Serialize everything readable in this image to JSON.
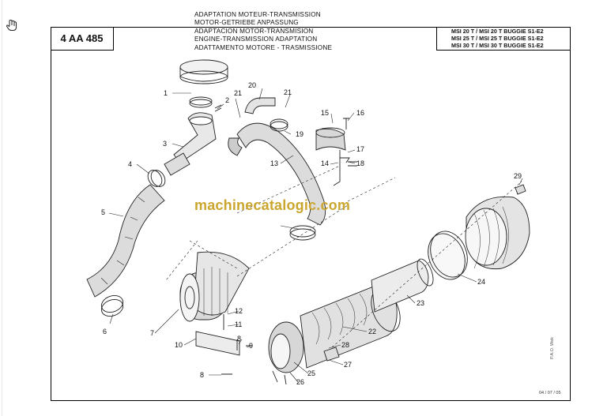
{
  "header": {
    "reference": "4 AA 485",
    "titles": [
      "ADAPTATION MOTEUR-TRANSMISSION",
      "MOTOR-GETRIEBE ANPASSUNG",
      "ADAPTACION MOTOR-TRANSMISION",
      "ENGINE-TRANSMISSION ADAPTATION",
      "ADATTAMENTO MOTORE - TRASMISSIONE"
    ],
    "models": [
      "MSI 20 T / MSI 20 T BUGGIE S1-E2",
      "MSI 25 T / MSI 25 T BUGGIE S1-E2",
      "MSI 30 T / MSI 30 T BUGGIE S1-E2"
    ]
  },
  "watermark": "machinecatalogic.com",
  "callouts": [
    "1",
    "2",
    "3",
    "4",
    "5",
    "6",
    "7",
    "8",
    "8",
    "9",
    "10",
    "11",
    "12",
    "13",
    "14",
    "15",
    "16",
    "17",
    "18",
    "19",
    "20",
    "21",
    "21",
    "22",
    "23",
    "24",
    "25",
    "26",
    "27",
    "28",
    "29"
  ],
  "footer": {
    "date": "04 / 07 / 05",
    "side_note": "P.A.O. Wek"
  },
  "icons": {
    "cursor": "hand-cursor-icon"
  }
}
